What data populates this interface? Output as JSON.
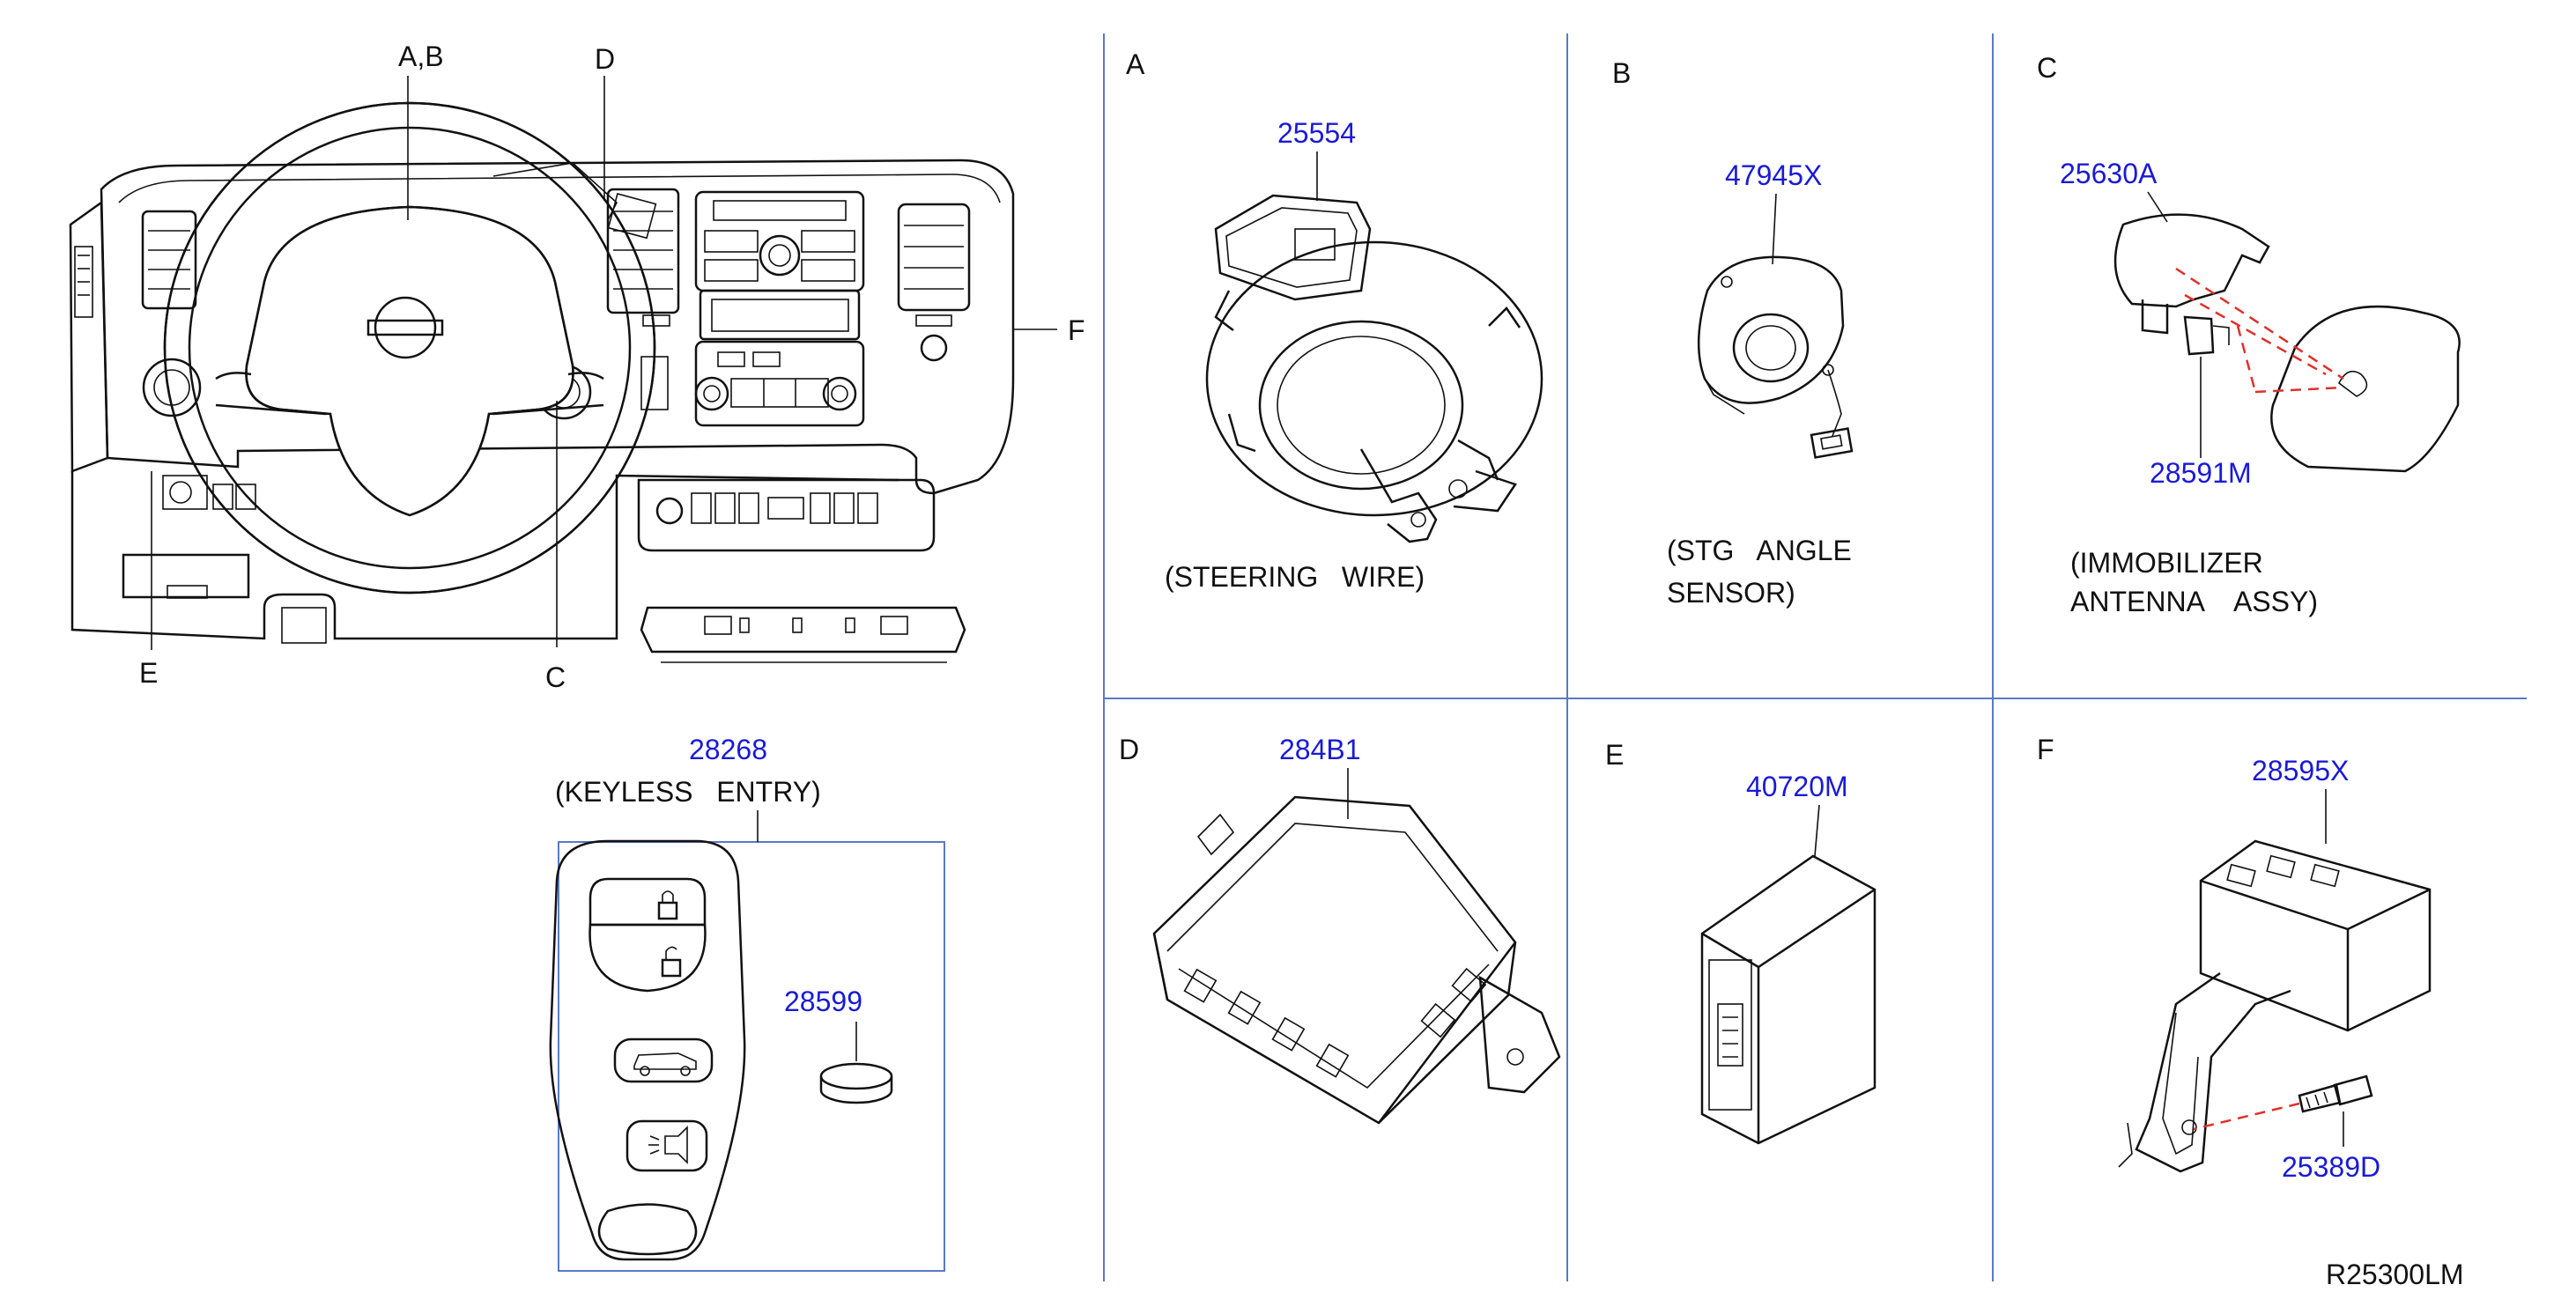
{
  "overview": {
    "callout_ab": "A,B",
    "callout_c": "C",
    "callout_d": "D",
    "callout_e": "E",
    "callout_f": "F"
  },
  "keyless": {
    "part_no": "28268",
    "caption": "(KEYLESS   ENTRY)",
    "battery_part_no": "28599"
  },
  "panels": [
    {
      "letter": "A",
      "part_no": "25554",
      "caption_lines": [
        "(STEERING   WIRE)"
      ]
    },
    {
      "letter": "B",
      "part_no": "47945X",
      "caption_lines": [
        "(STG   ANGLE",
        "SENSOR)"
      ]
    },
    {
      "letter": "C",
      "part_no": "25630A",
      "part_no_2": "28591M",
      "caption_lines": [
        "(IMMOBILIZER",
        "ANTENNA    ASSY)"
      ]
    },
    {
      "letter": "D",
      "part_no": "284B1",
      "caption_lines": []
    },
    {
      "letter": "E",
      "part_no": "40720M",
      "caption_lines": []
    },
    {
      "letter": "F",
      "part_no": "28595X",
      "part_no_2": "25389D",
      "caption_lines": []
    }
  ],
  "diagram_code": "R25300LM",
  "colors": {
    "part_number": "#1a1ad6",
    "grid": "#5a79c4",
    "hidden_line": "#e0302a",
    "ink": "#111111"
  }
}
